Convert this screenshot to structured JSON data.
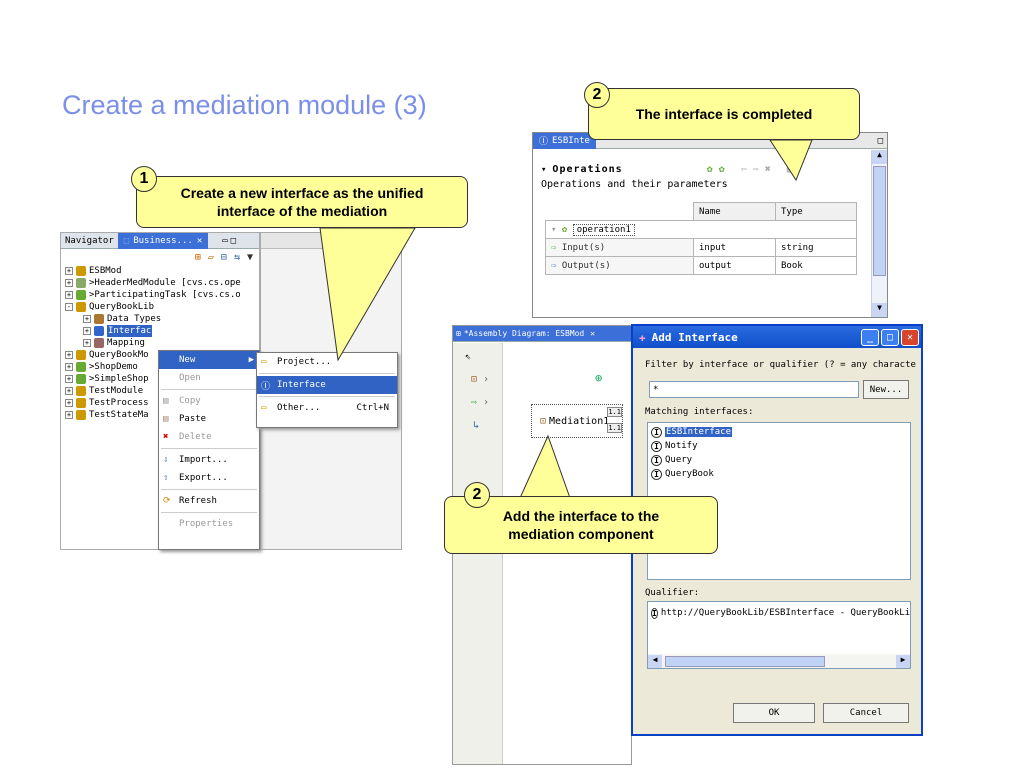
{
  "slide_title": "Create a mediation module (3)",
  "callouts": {
    "c1": {
      "num": "1",
      "text": "Create a new interface as the unified interface of the mediation"
    },
    "c2_top": {
      "num": "2",
      "text": "The interface is completed"
    },
    "c2_bottom": {
      "num": "2",
      "text": "Add the interface to the mediation component"
    }
  },
  "navigator": {
    "tab_nav": "Navigator",
    "tab_business": "Business...",
    "tree": [
      {
        "label": "ESBMod",
        "expander": "+"
      },
      {
        "label": ">HeaderMedModule   [cvs.cs.ope",
        "expander": "+"
      },
      {
        "label": ">ParticipatingTask   [cvs.cs.o",
        "expander": "+"
      },
      {
        "label": "QueryBookLib",
        "expander": "-"
      },
      {
        "label": "Data Types",
        "expander": "+",
        "indent": 1
      },
      {
        "label": "Interfac",
        "expander": "+",
        "indent": 1,
        "selected": true
      },
      {
        "label": "Mapping",
        "expander": "+",
        "indent": 1
      },
      {
        "label": "QueryBookMo",
        "expander": "+"
      },
      {
        "label": ">ShopDemo",
        "expander": "+"
      },
      {
        "label": ">SimpleShop",
        "expander": "+"
      },
      {
        "label": "TestModule",
        "expander": "+"
      },
      {
        "label": "TestProcess",
        "expander": "+"
      },
      {
        "label": "TestStateMa",
        "expander": "+"
      }
    ]
  },
  "context_menu": {
    "new": "New",
    "open": "Open",
    "copy": "Copy",
    "paste": "Paste",
    "delete": "Delete",
    "import": "Import...",
    "export": "Export...",
    "refresh": "Refresh",
    "properties": "Properties"
  },
  "submenu": {
    "project": "Project...",
    "interface": "Interface",
    "other": "Other...",
    "other_shortcut": "Ctrl+N"
  },
  "esb_editor": {
    "tab": "ESBInte",
    "section_title": "Operations",
    "section_desc": "Operations and their parameters",
    "col_name": "Name",
    "col_type": "Type",
    "operation": "operation1",
    "rows": [
      {
        "label": "Input(s)",
        "name": "input",
        "type": "string"
      },
      {
        "label": "Output(s)",
        "name": "output",
        "type": "Book"
      }
    ]
  },
  "assembly": {
    "tab": "*Assembly Diagram: ESBMod",
    "component": "Mediation1",
    "badge": "1.1"
  },
  "add_interface": {
    "title": "Add Interface",
    "filter_label": "Filter by interface or qualifier (? = any characte",
    "filter_value": "*",
    "new_button": "New...",
    "matching_label": "Matching interfaces:",
    "interfaces": [
      "ESBInterface",
      "Notify",
      "Query",
      "QueryBook"
    ],
    "qualifier_label": "Qualifier:",
    "qualifier_value": "http://QueryBookLib/ESBInterface - QueryBookLi",
    "ok": "OK",
    "cancel": "Cancel"
  }
}
